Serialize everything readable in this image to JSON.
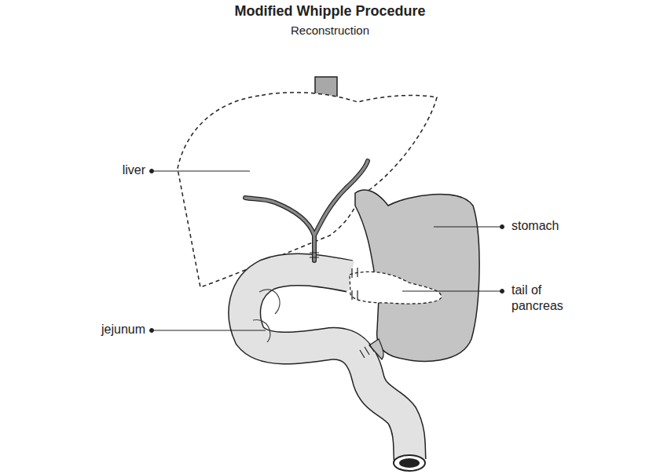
{
  "diagram": {
    "title": "Modified Whipple Procedure",
    "labels": [
      "Reconstruction",
      "liver",
      "stomach",
      "tail of pancreas",
      "jejunum"
    ]
  }
}
